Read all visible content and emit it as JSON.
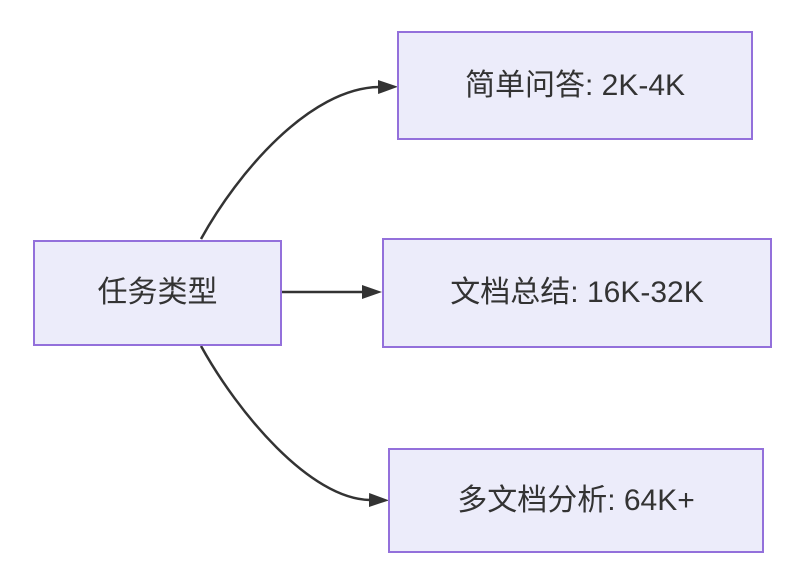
{
  "diagram": {
    "type": "flowchart-left-to-right",
    "colors": {
      "background": "#ffffff",
      "node_fill": "#ececfa",
      "node_border": "#9370db",
      "node_text": "#333333",
      "edge": "#333333"
    },
    "nodes": [
      {
        "id": "task-type",
        "label": "任务类型"
      },
      {
        "id": "simple-qa",
        "label": "简单问答: 2K-4K"
      },
      {
        "id": "doc-summary",
        "label": "文档总结: 16K-32K"
      },
      {
        "id": "multi-doc-analysis",
        "label": "多文档分析: 64K+"
      }
    ],
    "edges": [
      {
        "from": "task-type",
        "to": "simple-qa"
      },
      {
        "from": "task-type",
        "to": "doc-summary"
      },
      {
        "from": "task-type",
        "to": "multi-doc-analysis"
      }
    ]
  }
}
